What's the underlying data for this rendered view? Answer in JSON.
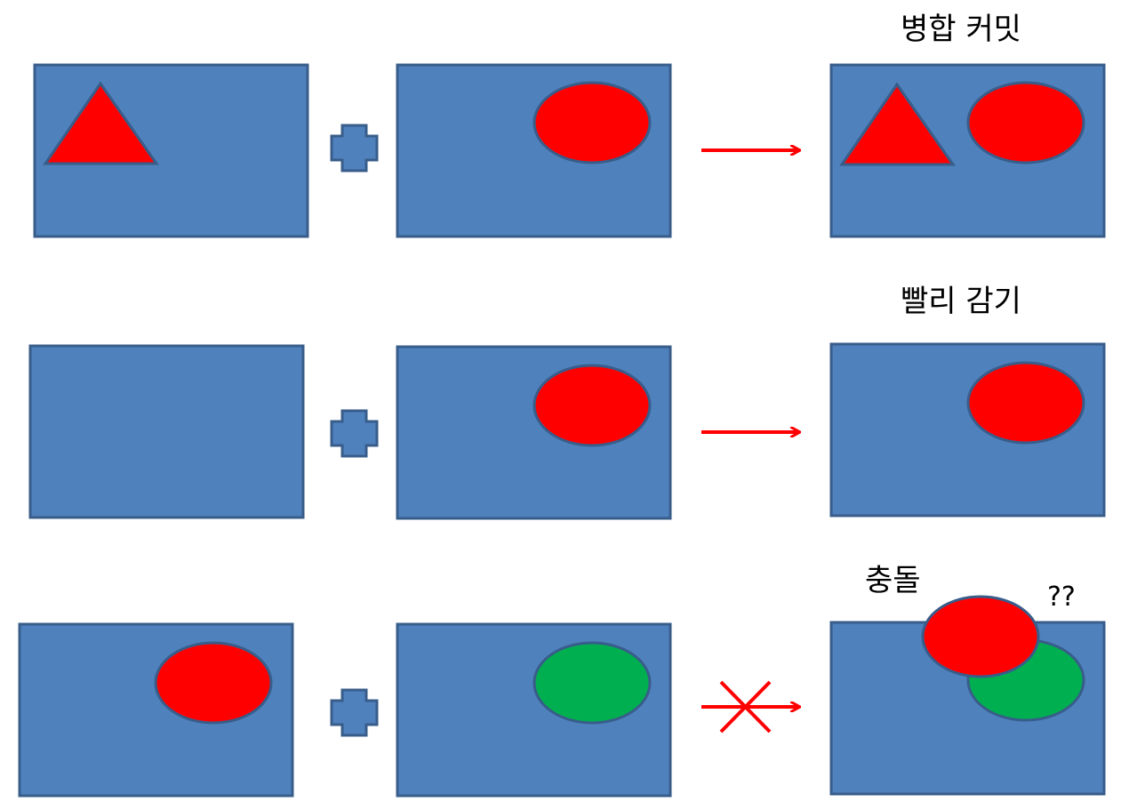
{
  "colors": {
    "box_fill": "#4f81bd",
    "box_stroke": "#385d8a",
    "shape_red": "#ff0000",
    "shape_green": "#00b050",
    "arrow": "#ff0000",
    "text": "#000000"
  },
  "rows": [
    {
      "result_label": "병합 커밋",
      "operator": "plus",
      "arrow": "right-arrow",
      "left_box_shapes": [
        "red-triangle"
      ],
      "middle_box_shapes": [
        "red-ellipse"
      ],
      "result_box_shapes": [
        "red-triangle",
        "red-ellipse"
      ]
    },
    {
      "result_label": "빨리 감기",
      "operator": "plus",
      "arrow": "right-arrow",
      "left_box_shapes": [],
      "middle_box_shapes": [
        "red-ellipse"
      ],
      "result_box_shapes": [
        "red-ellipse"
      ]
    },
    {
      "result_label": "충돌",
      "result_note": "??",
      "operator": "plus",
      "arrow": "crossed-out-right-arrow",
      "left_box_shapes": [
        "red-ellipse"
      ],
      "middle_box_shapes": [
        "green-ellipse"
      ],
      "result_box_shapes": [
        "green-ellipse",
        "red-ellipse-overlapping"
      ]
    }
  ]
}
